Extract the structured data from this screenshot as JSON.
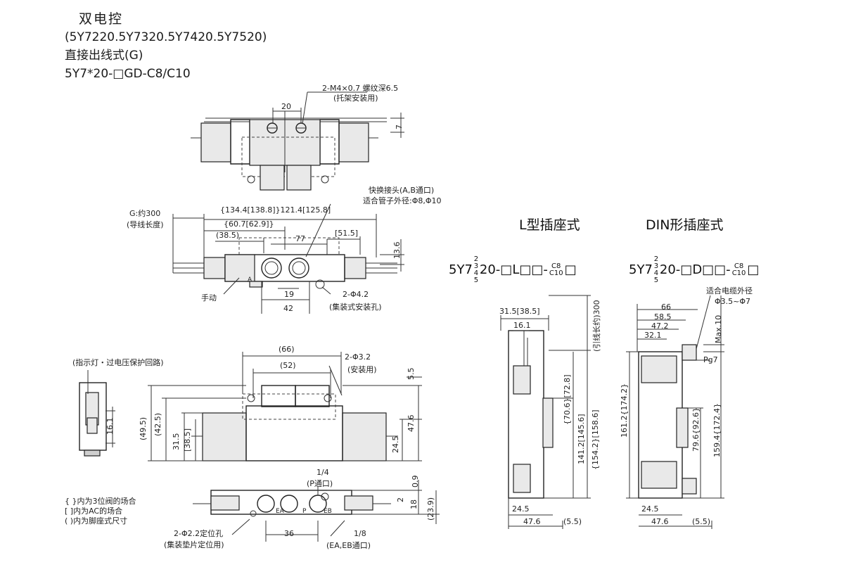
{
  "header": {
    "title": "双电控",
    "models": "(5Y7220.5Y7320.5Y7420.5Y7520)",
    "type": "直接出线式(G)",
    "code": "5Y7*20-□GD-C8/C10"
  },
  "top_view": {
    "thread_note": "2-M4×0.7 螺纹深6.5",
    "thread_note2": "(托架安装用)",
    "dim_20": "20",
    "dim_7": "7"
  },
  "side_view": {
    "fitting_note": "快换接头(A,B通口)",
    "fitting_note2": "适合管子外径:Φ8,Φ10",
    "lead_len": "G:约300",
    "lead_len2": "(导线长度)",
    "dim_total": "{134.4[138.8]}121.4[125.8]",
    "dim_60": "{60.7[62.9]}",
    "dim_38": "(38.5)",
    "dim_77": "77",
    "dim_51": "[51.5]",
    "dim_136": "13.6",
    "dim_19": "19",
    "dim_42": "42",
    "manual": "手动",
    "hole_note": "2-Φ4.2",
    "hole_note2": "(集装式安装孔)",
    "port_a": "A"
  },
  "front_view": {
    "indicator_note": "(指示灯・过电压保护回路)",
    "dim_161": "16.1",
    "dim_66": "(66)",
    "dim_52": "(52)",
    "hole_note": "2-Φ3.2",
    "hole_note2": "(安装用)",
    "dim_55": "5.5",
    "dim_495": "(49.5)",
    "dim_425": "(42.5)",
    "dim_315": "31.5",
    "dim_385": "[38.5]",
    "dim_476": "47.6",
    "dim_245": "24.5"
  },
  "bottom_view": {
    "p_port": "1/4",
    "p_port2": "(P通口)",
    "dim_09": "0.9",
    "dim_2": "2",
    "dim_18": "18",
    "dim_239": "(23.9)",
    "dim_36": "36",
    "pin_note": "2-Φ2.2定位孔",
    "pin_note2": "(集装垫片定位用)",
    "exh_port": "1/8",
    "exh_port2": "(EA,EB通口)",
    "port_ea": "EA",
    "port_p": "P",
    "port_eb": "EB"
  },
  "legend": {
    "line1": "{ }内为3位阀的场合",
    "line2": "[ ]内为AC的场合",
    "line3": "( )内为脚座式尺寸"
  },
  "l_type": {
    "title": "L型插座式",
    "code_pre": "5Y7",
    "code_sub": "2 3 4 5",
    "code_mid": "20-□L□□-",
    "code_c": "C8",
    "code_c2": "C10",
    "code_end": "□",
    "dim_315": "31.5[38.5]",
    "dim_161": "16.1",
    "dim_300": "(引线长约)300",
    "dim_706": "{70.6}[72.8]",
    "dim_1412": "141.2[145.6]",
    "dim_1542": "{154.2}[158.6]",
    "dim_245": "24.5",
    "dim_476": "47.6",
    "dim_55": "(5.5)"
  },
  "din_type": {
    "title": "DIN形插座式",
    "code_pre": "5Y7",
    "code_sub": "2 3 4 5",
    "code_mid": "20-□D□□-",
    "code_c": "C8",
    "code_c2": "C10",
    "code_end": "□",
    "cable_note": "适合电缆外径",
    "cable_note2": "Φ3.5~Φ7",
    "dim_66": "66",
    "dim_585": "58.5",
    "dim_472": "47.2",
    "dim_321": "32.1",
    "dim_max10": "Max.10",
    "pg7": "Pg7",
    "dim_1612": "161.2{174.2}",
    "dim_796": "79.6{92.6}",
    "dim_1594": "159.4{172.4}",
    "dim_245": "24.5",
    "dim_476": "47.6",
    "dim_55": "(5.5)"
  }
}
